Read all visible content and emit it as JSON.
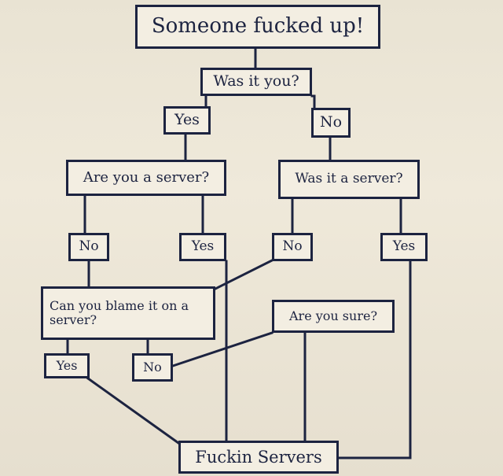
{
  "flowchart": {
    "title": "Someone fucked up!",
    "q1": "Was it you?",
    "q1_yes": "Yes",
    "q1_no": "No",
    "q2_server": "Are you a server?",
    "q2_was_server": "Was it a server?",
    "server_no": "No",
    "server_yes": "Yes",
    "was_server_no": "No",
    "was_server_yes": "Yes",
    "blame": "Can you blame it on a server?",
    "sure": "Are you sure?",
    "blame_yes": "Yes",
    "blame_no": "No",
    "result": "Fuckin Servers"
  },
  "colors": {
    "ink": "#1c2340",
    "paper": "#efe9da",
    "box_fill": "#f3eee2"
  }
}
